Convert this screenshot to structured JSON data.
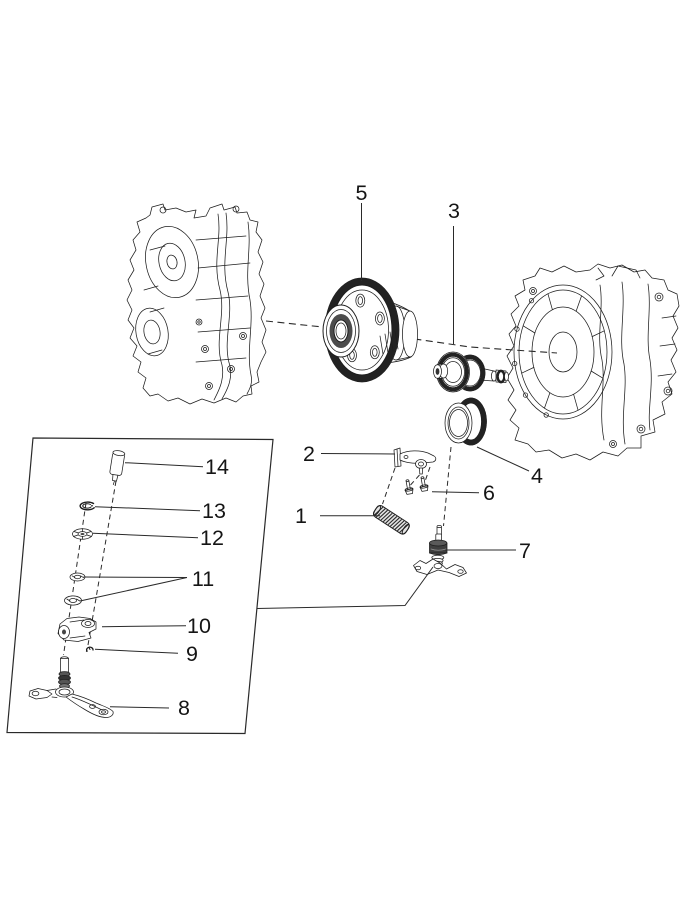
{
  "diagram": {
    "kind": "exploded-parts-diagram",
    "background_color": "#ffffff",
    "line_color": "#1d1d1d",
    "callouts": {
      "c1": "1",
      "c2": "2",
      "c3": "3",
      "c4": "4",
      "c5": "5",
      "c6": "6",
      "c7": "7",
      "c8": "8",
      "c9": "9",
      "c10": "10",
      "c11": "11",
      "c12": "12",
      "c13": "13",
      "c14": "14"
    }
  }
}
